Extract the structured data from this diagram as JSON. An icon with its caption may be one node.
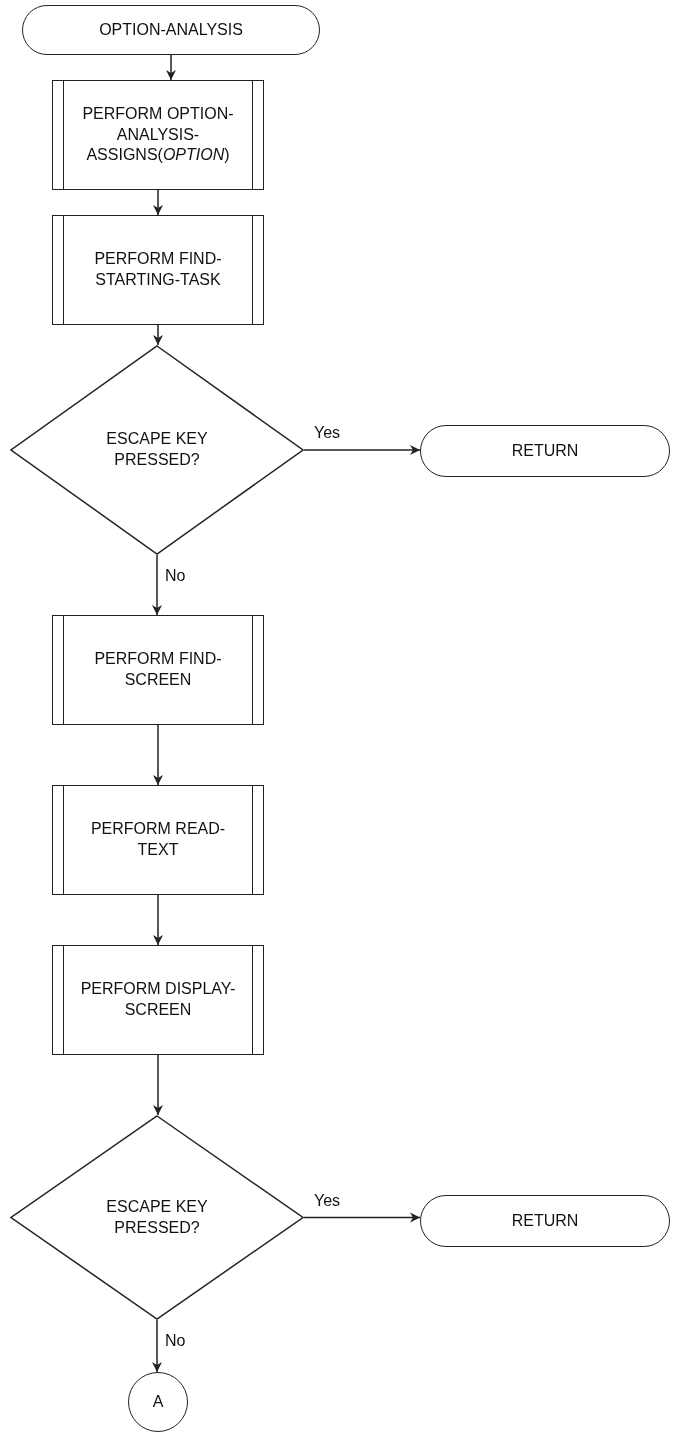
{
  "diagram": {
    "nodes": [
      {
        "text": [
          "OPTION-ANALYSIS"
        ]
      },
      {
        "text": [
          "PERFORM OPTION-ANALYSIS-ASSIGNS(*OPTION*)"
        ]
      },
      {
        "text": [
          "PERFORM FIND-STARTING-TASK"
        ]
      },
      {
        "text": [
          "ESCAPE KEY PRESSED?"
        ]
      },
      {
        "text": [
          "RETURN"
        ]
      },
      {
        "text": [
          "PERFORM FIND-SCREEN"
        ]
      },
      {
        "text": [
          "PERFORM READ-TEXT"
        ]
      },
      {
        "text": [
          "PERFORM DISPLAY-SCREEN"
        ]
      },
      {
        "text": [
          "ESCAPE KEY PRESSED?"
        ]
      },
      {
        "text": [
          "RETURN"
        ]
      },
      {
        "text": [
          "A"
        ]
      }
    ],
    "edges": [
      {
        "from": 0,
        "to": 1,
        "arrow": "to"
      },
      {
        "from": 1,
        "to": 2,
        "arrow": "to"
      },
      {
        "from": 2,
        "to": 3,
        "arrow": "to"
      },
      {
        "from": 3,
        "to": 4,
        "arrow": "to",
        "label": "Yes"
      },
      {
        "from": 3,
        "to": 5,
        "arrow": "to",
        "label": "No"
      },
      {
        "from": 5,
        "to": 6,
        "arrow": "to"
      },
      {
        "from": 6,
        "to": 7,
        "arrow": "to"
      },
      {
        "from": 7,
        "to": 8,
        "arrow": "to"
      },
      {
        "from": 8,
        "to": 9,
        "arrow": "to",
        "label": "Yes"
      },
      {
        "from": 8,
        "to": 10,
        "arrow": "to",
        "label": "No"
      }
    ]
  }
}
